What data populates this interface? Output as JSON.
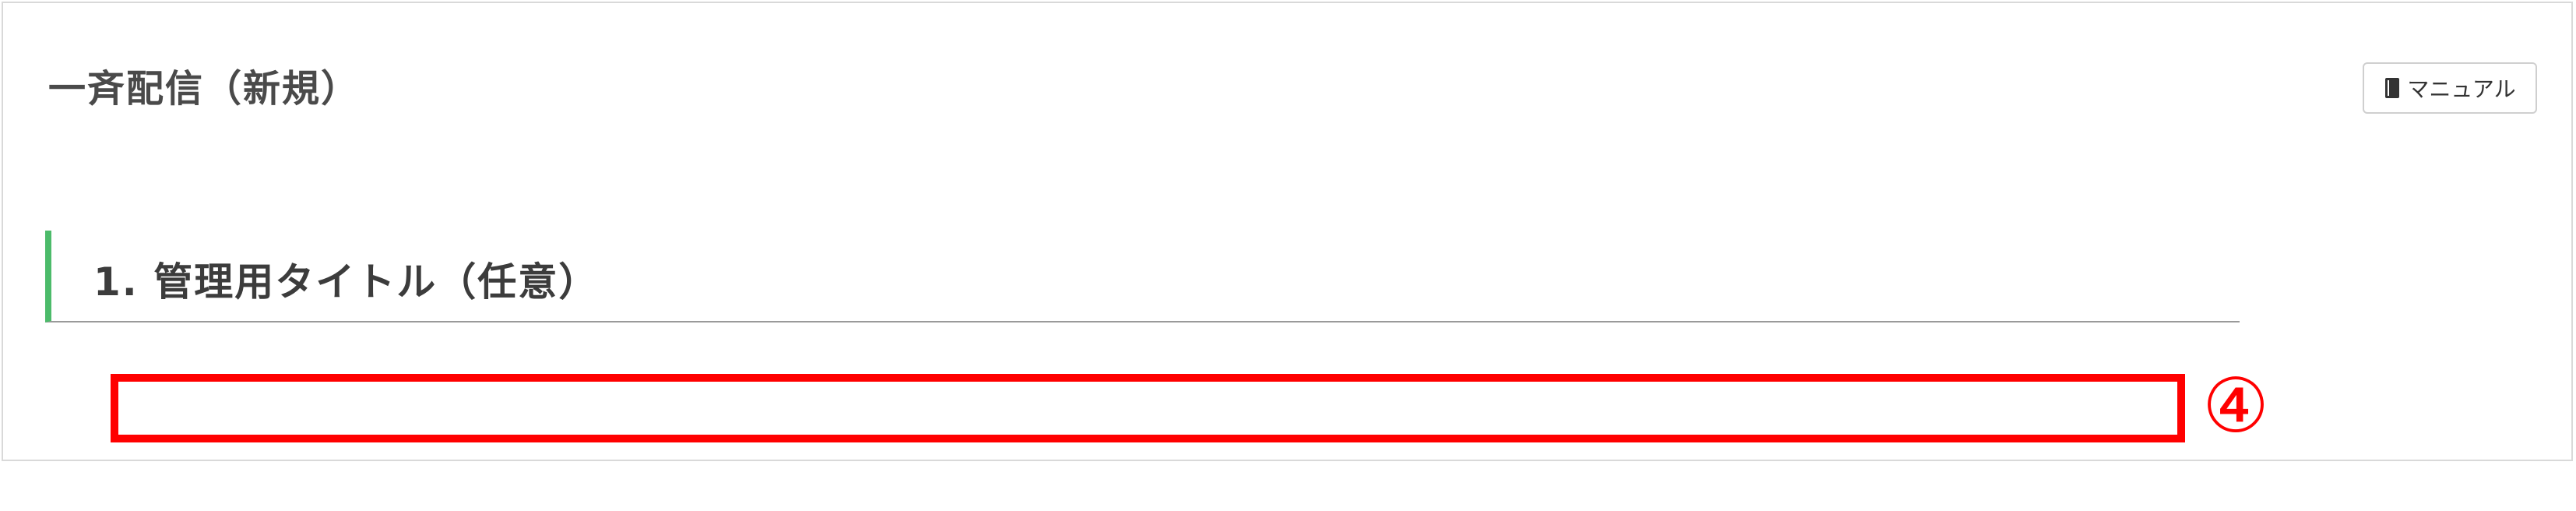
{
  "page": {
    "title": "一斉配信（新規）"
  },
  "header": {
    "manual_button_label": "マニュアル",
    "manual_icon": "book-icon"
  },
  "section": {
    "heading": "1. 管理用タイトル（任意）"
  },
  "title_input": {
    "value": "",
    "placeholder": ""
  },
  "annotation": {
    "marker": "④",
    "color": "#ff0000"
  },
  "colors": {
    "section_accent": "#4cbb6a",
    "title_text": "#4a4a4a"
  }
}
